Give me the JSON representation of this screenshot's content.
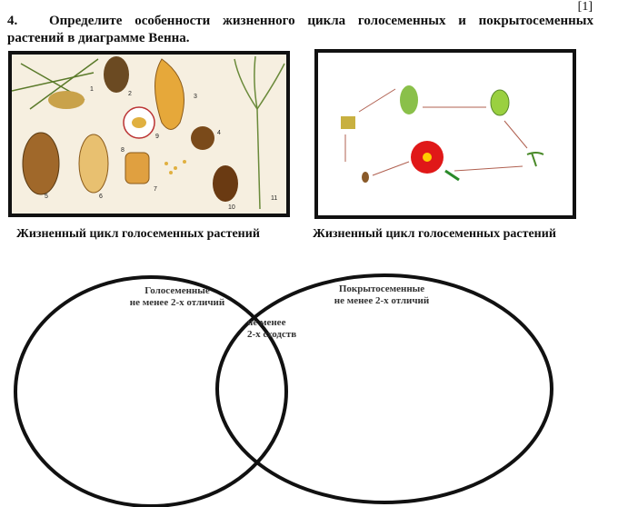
{
  "points": "[1]",
  "question": {
    "number": "4.",
    "text": "Определите особенности жизненного цикла голосеменных и покрытосеменных растений в диаграмме Венна."
  },
  "images": [
    {
      "caption": "Жизненный цикл голосеменных растений",
      "labels": [
        "1",
        "2",
        "3",
        "4",
        "5",
        "6",
        "7",
        "8",
        "9",
        "10",
        "11"
      ]
    },
    {
      "caption": "Жизненный цикл голосеменных растений"
    }
  ],
  "venn": {
    "left": {
      "title": "Голосеменные",
      "subtitle": "не менее 2-х отличий"
    },
    "right": {
      "title": "Покрытосеменные",
      "subtitle": "не менее 2-х отличий"
    },
    "overlap": {
      "line1": "не менее",
      "line2": "2-х сходств"
    }
  }
}
